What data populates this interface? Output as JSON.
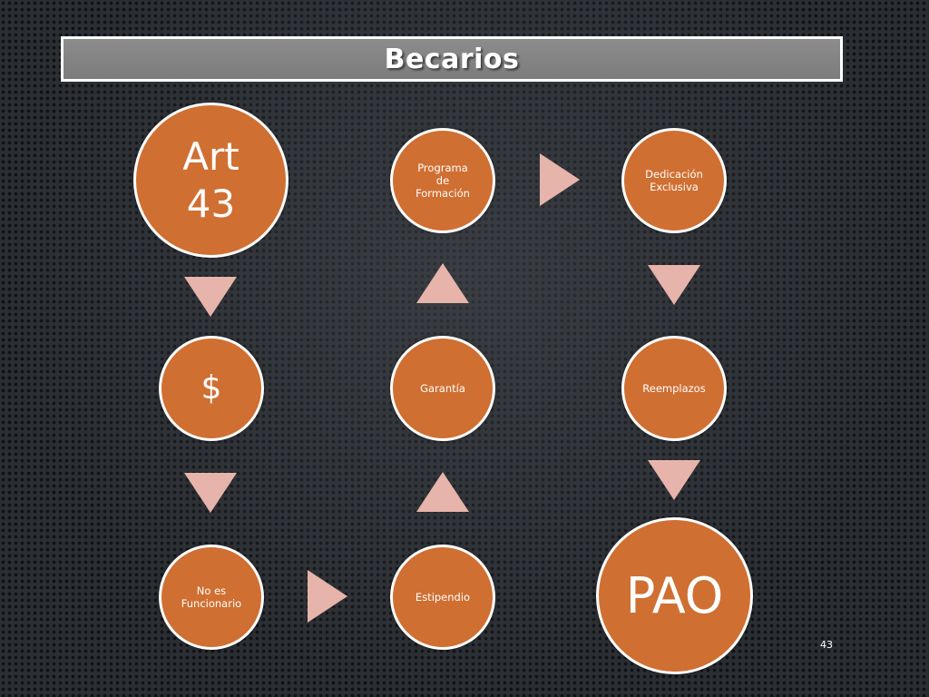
{
  "slide": {
    "title": "Becarios",
    "page_number": "43"
  },
  "nodes": {
    "art43": "Art\n43",
    "dollar": "$",
    "no_es_funcionario": "No es\nFuncionario",
    "estipendio": "Estipendio",
    "garantia": "Garantía",
    "programa": "Programa\nde\nFormación",
    "dedicacion": "Dedicación\nExclusiva",
    "reemplazos": "Reemplazos",
    "pao": "PAO"
  },
  "flow": [
    "Art 43",
    "$",
    "No es Funcionario",
    "Estipendio",
    "Garantía",
    "Programa de Formación",
    "Dedicación Exclusiva",
    "Reemplazos",
    "PAO"
  ],
  "colors": {
    "node_fill": "#d06f32",
    "node_border": "#ffffff",
    "arrow_fill": "#e6b4aa",
    "title_bar": "#808080"
  }
}
